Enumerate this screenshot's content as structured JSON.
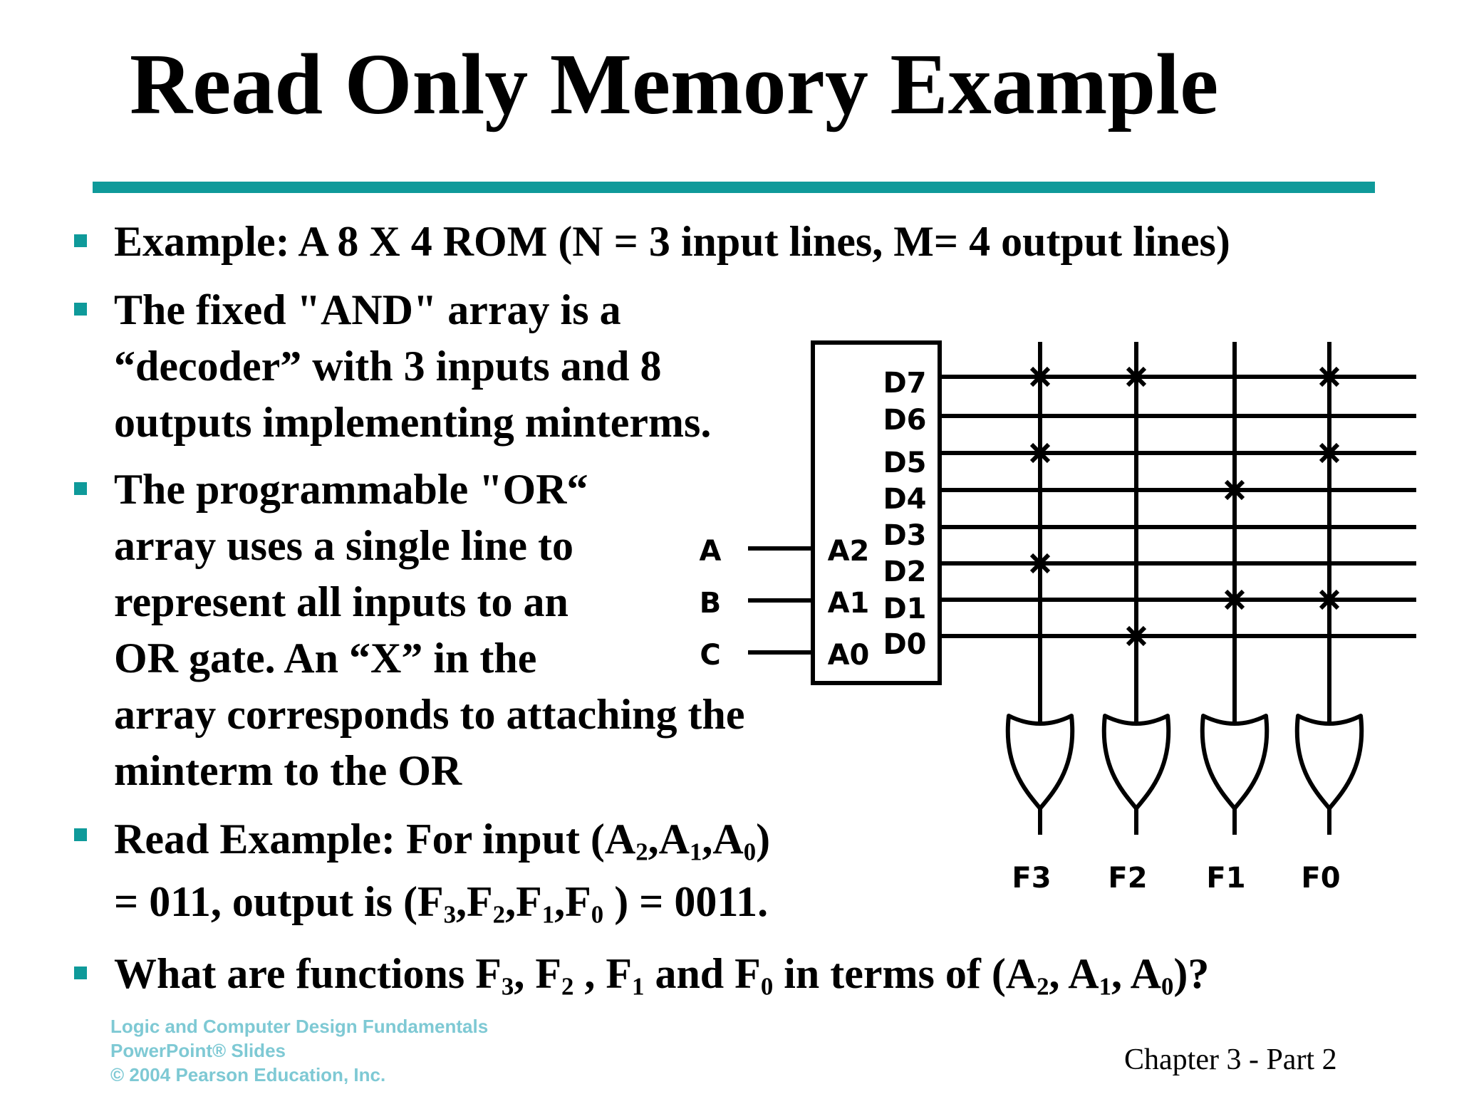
{
  "title": "Read Only Memory Example",
  "bullets": {
    "b1": "Example: A 8 X 4 ROM (N = 3 input lines,  M= 4 output lines)",
    "b2": [
      "The fixed \"AND\" array is a",
      "“decoder” with 3 inputs and 8",
      "outputs implementing minterms."
    ],
    "b3": [
      "The programmable \"OR“",
      "array uses a single line to",
      "represent all inputs to an",
      "OR gate.  An “X” in the",
      "array corresponds to attaching the",
      "minterm to the OR"
    ],
    "b4": {
      "l1_pre": "Read Example: For input (A",
      "sub2": "2",
      "sep1": ",A",
      "sub1": "1",
      "sep2": ",A",
      "sub0": "0",
      "l1_post": ")",
      "l2_pre": "= 011, output is (F",
      "f3": "3",
      "c1": ",F",
      "f2": "2",
      "c2": ",F",
      "f1": "1",
      "c3": ",F",
      "f0": "0",
      "l2_post": " ) = 0011."
    },
    "b5": {
      "t1": "What are functions F",
      "s3": "3",
      "t2": ", F",
      "s2": "2",
      "t3": " , F",
      "s1": "1",
      "t4": " and F",
      "s0": "0",
      "t5": " in terms of (A",
      "a2": "2",
      "t6": ", A",
      "a1": "1",
      "t7": ", A",
      "a0": "0",
      "t8": ")?"
    }
  },
  "diagram": {
    "inputs": [
      "A",
      "B",
      "C"
    ],
    "address_labels": [
      "A2",
      "A1",
      "A0"
    ],
    "decoder_outputs": [
      "D7",
      "D6",
      "D5",
      "D4",
      "D3",
      "D2",
      "D1",
      "D0"
    ],
    "output_labels": [
      "F3",
      "F2",
      "F1",
      "F0"
    ],
    "connections": {
      "F3": [
        "D7",
        "D5",
        "D2"
      ],
      "F2": [
        "D7",
        "D0"
      ],
      "F1": [
        "D4",
        "D1"
      ],
      "F0": [
        "D7",
        "D5",
        "D1"
      ]
    },
    "line_color": "#000000",
    "accent_color": "#0f9a9a"
  },
  "footer": {
    "line1": "Logic and Computer Design Fundamentals",
    "line2": "PowerPoint® Slides",
    "line3": "© 2004 Pearson Education, Inc."
  },
  "chapter": "Chapter 3 - Part 2"
}
